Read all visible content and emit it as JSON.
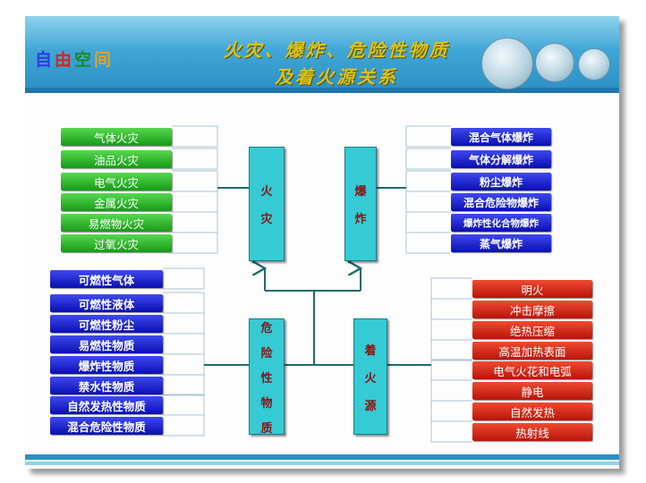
{
  "header": {
    "logo_chars": [
      "自",
      "由",
      "空",
      "间"
    ],
    "logo_colors": [
      "#2b3fe0",
      "#d8241a",
      "#1a8a2a",
      "#e8a21a"
    ],
    "title_line1": "火灾、爆炸、危险性物质",
    "title_line2": "及着火源关系"
  },
  "diagram": {
    "fire": {
      "chars": [
        "火",
        "灾"
      ],
      "items": [
        "气体火灾",
        "油品火灾",
        "电气火灾",
        "金属火灾",
        "易燃物火灾",
        "过氧火灾"
      ]
    },
    "explosion": {
      "chars": [
        "爆",
        "炸"
      ],
      "items": [
        "混合气体爆炸",
        "气体分解爆炸",
        "粉尘爆炸",
        "混合危险物爆炸",
        "爆炸性化合物爆炸",
        "蒸气爆炸"
      ]
    },
    "hazard": {
      "chars": [
        "危",
        "险",
        "性",
        "物",
        "质"
      ],
      "items": [
        "可燃性气体",
        "可燃性液体",
        "可燃性粉尘",
        "易燃性物质",
        "爆炸性物质",
        "禁水性物质",
        "自然发热性物质",
        "混合危险性物质"
      ]
    },
    "ignition": {
      "chars": [
        "着",
        "火",
        "源"
      ],
      "items": [
        "明火",
        "冲击摩擦",
        "绝热压缩",
        "高温加热表面",
        "电气火花和电弧",
        "静电",
        "自然发热",
        "热射线"
      ]
    }
  }
}
